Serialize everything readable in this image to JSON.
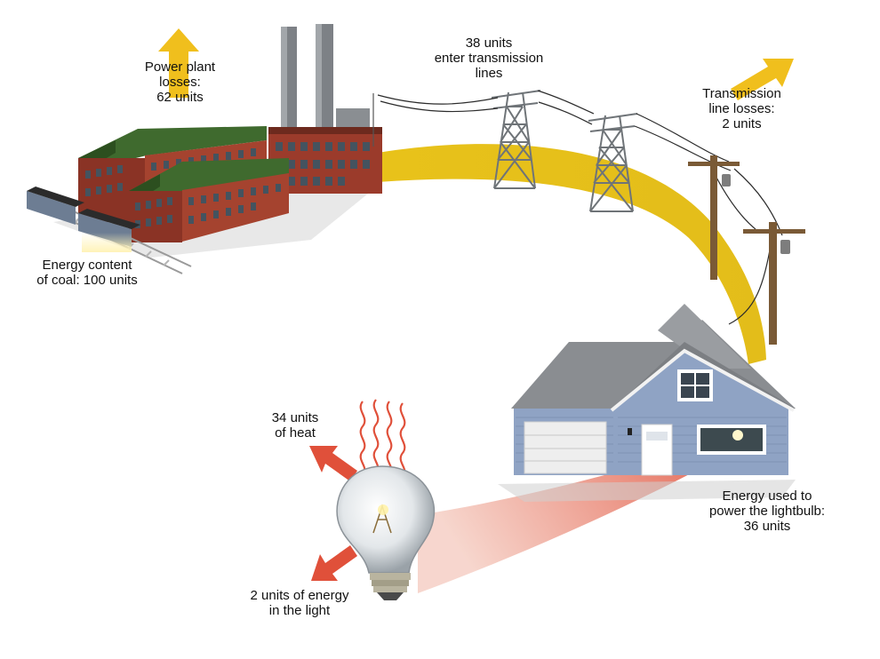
{
  "labels": {
    "coal": [
      "Energy content",
      "of coal: 100 units"
    ],
    "plant_losses": [
      "Power plant",
      "losses:",
      "62 units"
    ],
    "transmission_in": [
      "38 units",
      "enter transmission",
      "lines"
    ],
    "line_losses": [
      "Transmission",
      "line losses:",
      "2 units"
    ],
    "lightbulb_use": [
      "Energy used to",
      "power the lightbulb:",
      "36 units"
    ],
    "heat": [
      "34 units",
      "of heat"
    ],
    "light": [
      "2 units of energy",
      "in the light"
    ]
  },
  "colors": {
    "energy_flow": "#e8c21a",
    "arrow": "#f0bf1d",
    "heat_flow": "#e0503a",
    "brick": "#9b3b2b",
    "roof_green": "#3f6a2e",
    "house_siding": "#8fa3c4",
    "house_roof": "#8a8d91"
  },
  "icons": [
    "power-plant-icon",
    "coal-train-icon",
    "transmission-tower-icon",
    "utility-pole-icon",
    "house-icon",
    "lightbulb-icon",
    "heat-waves-icon"
  ]
}
